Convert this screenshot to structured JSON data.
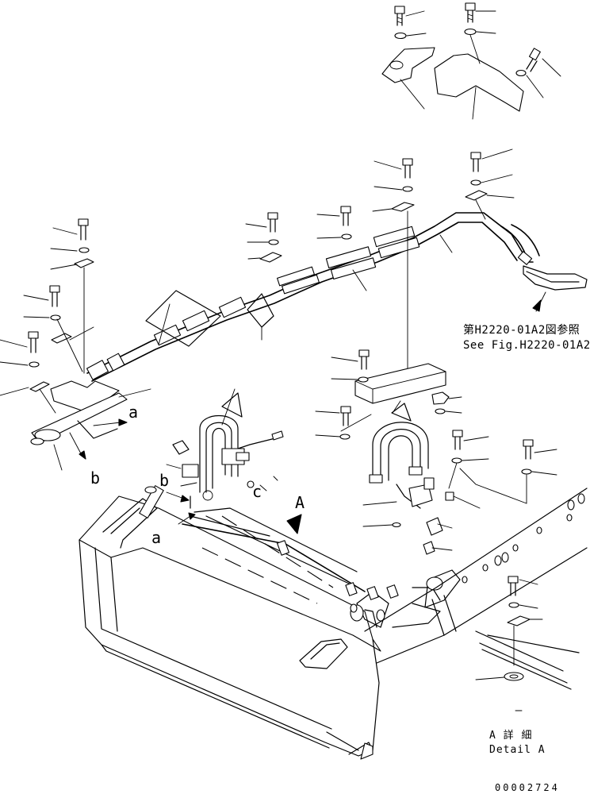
{
  "labels": {
    "callout_a_right": "a",
    "callout_b_left": "b",
    "callout_b_center": "b",
    "callout_a_lower": "a",
    "callout_c": "c",
    "view_a": "A"
  },
  "reference": {
    "jp": "第H2220-01A2図参照",
    "en": "See Fig.H2220-01A2"
  },
  "detail": {
    "jp": "A 詳 細",
    "en": "Detail A"
  },
  "page_number": "00002724"
}
